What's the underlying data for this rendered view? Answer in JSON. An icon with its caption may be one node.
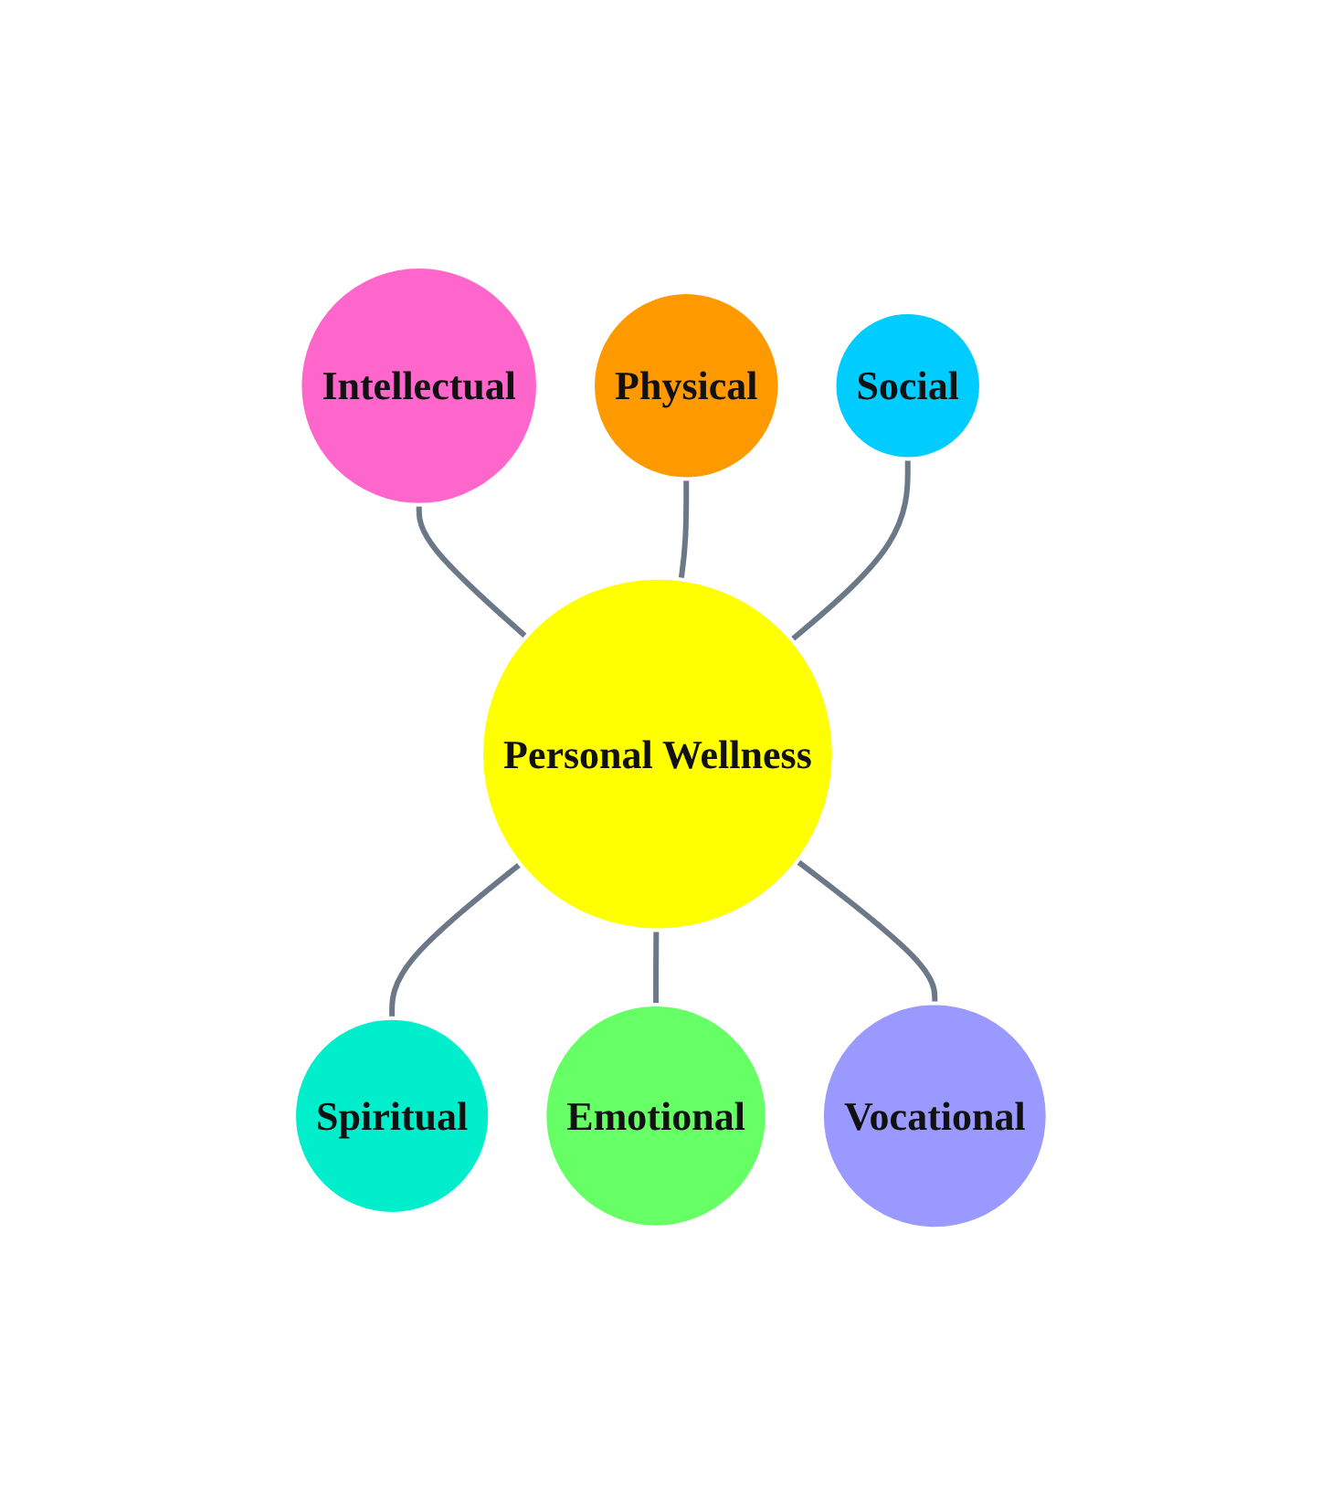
{
  "diagram": {
    "nodes": [
      {
        "text": [
          "Intellectual"
        ]
      },
      {
        "text": [
          "Physical"
        ]
      },
      {
        "text": [
          "Social"
        ]
      },
      {
        "text": [
          "Personal Wellness"
        ]
      },
      {
        "text": [
          "Spiritual"
        ]
      },
      {
        "text": [
          "Emotional"
        ]
      },
      {
        "text": [
          "Vocational"
        ]
      }
    ],
    "edges": [
      {
        "from": 0,
        "to": 3,
        "arrow": "none"
      },
      {
        "from": 1,
        "to": 3,
        "arrow": "none"
      },
      {
        "from": 2,
        "to": 3,
        "arrow": "none"
      },
      {
        "from": 3,
        "to": 4,
        "arrow": "none"
      },
      {
        "from": 3,
        "to": 5,
        "arrow": "none"
      },
      {
        "from": 3,
        "to": 6,
        "arrow": "none"
      }
    ]
  }
}
